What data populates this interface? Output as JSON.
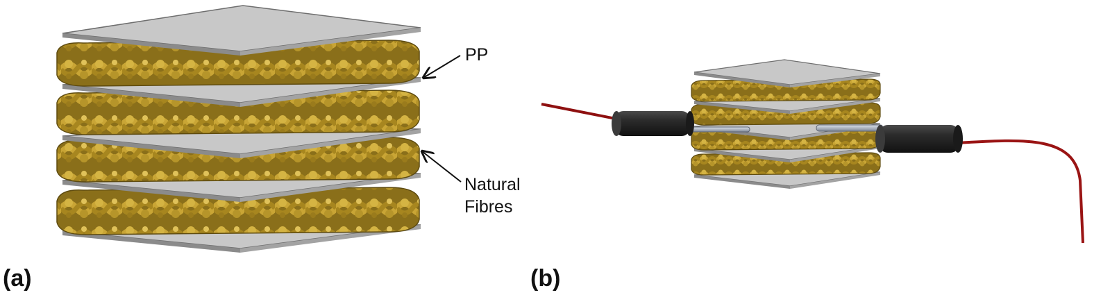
{
  "panels": [
    {
      "label": "(a)"
    },
    {
      "label": "(b)"
    }
  ],
  "callouts": {
    "pp": "PP",
    "fibres_line1": "Natural",
    "fibres_line2": "Fibres"
  },
  "colors": {
    "plate_top": "#c9c9c9",
    "plate_edge": "#7a7a7a",
    "fibre": "#b8962a",
    "fibre_dark": "#6f5a14",
    "fibre_light": "#d9bb4a",
    "connector": "#2a2a2a",
    "wire": "#b01818",
    "needle": "#a9b3c2"
  },
  "stack_a": {
    "plates": 5,
    "fibre_layers": 4
  },
  "stack_b": {
    "plates": 5,
    "fibre_layers": 4
  }
}
